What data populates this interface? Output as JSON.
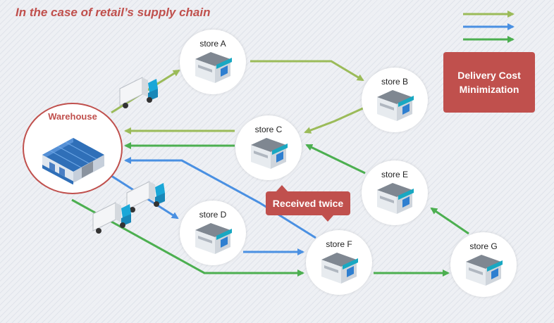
{
  "title": "In the case of retail’s supply chain",
  "warehouse": {
    "label": "Warehouse"
  },
  "stores": [
    {
      "id": "a",
      "label": "store A"
    },
    {
      "id": "b",
      "label": "store B"
    },
    {
      "id": "c",
      "label": "store C"
    },
    {
      "id": "d",
      "label": "store D"
    },
    {
      "id": "e",
      "label": "store E"
    },
    {
      "id": "f",
      "label": "store F"
    },
    {
      "id": "g",
      "label": "store G"
    }
  ],
  "callouts": {
    "cost": "Delivery Cost Minimization",
    "twice": "Received twice"
  },
  "routes": {
    "light_green": "#9bbb59",
    "blue": "#4a90e2",
    "green": "#4caf50"
  },
  "icons": {
    "store": "store-building-icon",
    "warehouse": "warehouse-building-icon",
    "truck": "delivery-truck-icon"
  }
}
